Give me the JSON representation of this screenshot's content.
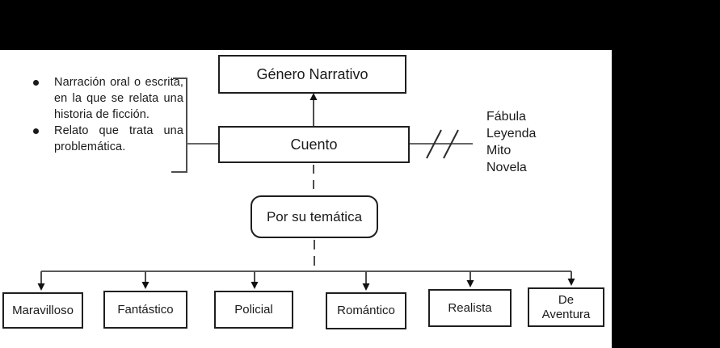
{
  "diagram": {
    "title_box": {
      "label": "Género Narrativo"
    },
    "center_box": {
      "label": "Cuento"
    },
    "branch_box": {
      "label": "Por su temática"
    },
    "definition_bullets": [
      "Narración oral o escrita, en la que se relata una historia de ficción.",
      "Relato que trata una problemática."
    ],
    "related_genres": [
      "Fábula",
      "Leyenda",
      "Mito",
      "Novela"
    ],
    "subtypes": [
      "Maravilloso",
      "Fantástico",
      "Policial",
      "Romántico",
      "Realista",
      "De\nAventura"
    ]
  },
  "colors": {
    "background": "#ffffff",
    "mask_bars": "#000000",
    "box_border": "#1f1f1f",
    "connector": "#666666",
    "text": "#1a1a1a"
  }
}
